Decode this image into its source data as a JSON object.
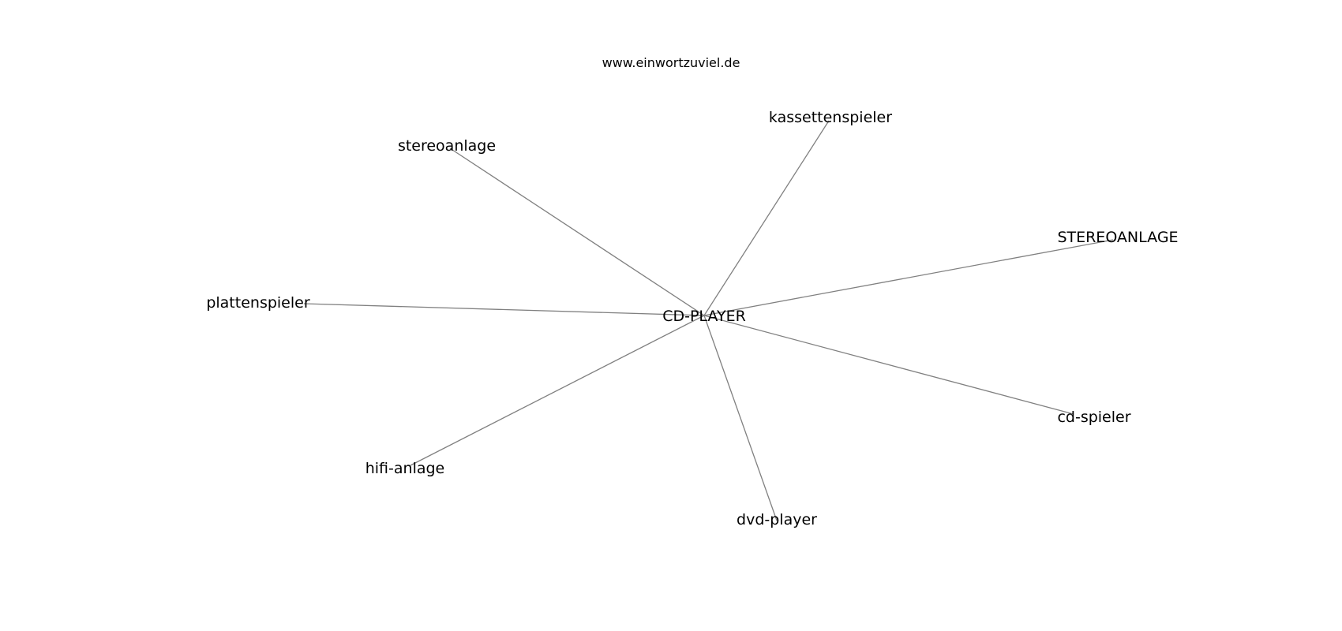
{
  "site": {
    "watermark": "www.einwortzuviel.de"
  },
  "graph": {
    "center": {
      "id": "cd-player-center",
      "label": "CD-PLAYER"
    },
    "nodes": [
      {
        "id": "kassettenspieler",
        "label": "kassettenspieler"
      },
      {
        "id": "stereoanlage",
        "label": "stereoanlage"
      },
      {
        "id": "STEREOANLAGE",
        "label": "STEREOANLAGE"
      },
      {
        "id": "plattenspieler",
        "label": "plattenspieler"
      },
      {
        "id": "cd-spieler",
        "label": "cd-spieler"
      },
      {
        "id": "hifi-anlage",
        "label": "hifi-anlage"
      },
      {
        "id": "dvd-player",
        "label": "dvd-player"
      }
    ],
    "colors": {
      "edge": "#808080",
      "text": "#000000",
      "background": "#ffffff"
    }
  }
}
